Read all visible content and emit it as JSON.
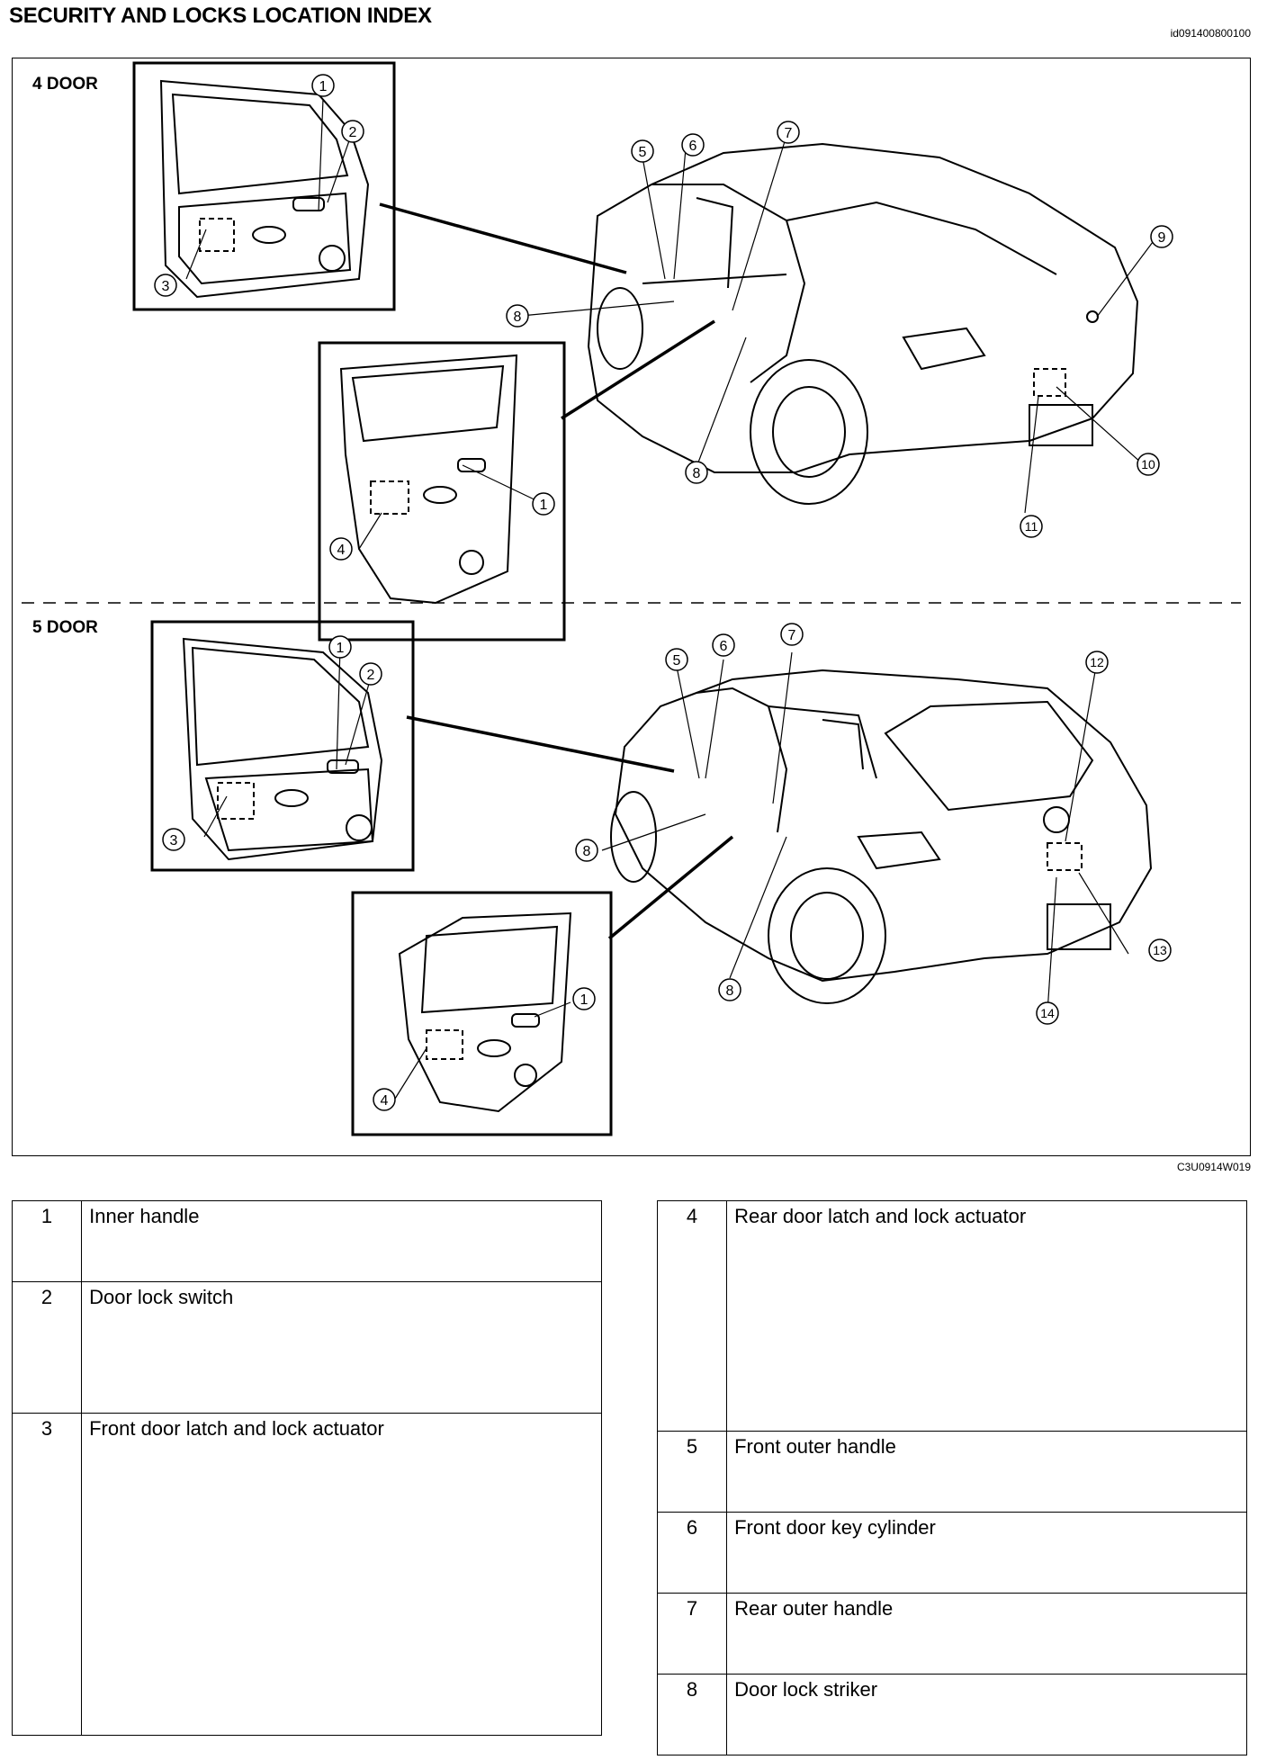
{
  "header": {
    "title": "SECURITY AND LOCKS LOCATION INDEX",
    "doc_id": "id091400800100"
  },
  "figure": {
    "code": "C3U0914W019",
    "sections": [
      {
        "label": "4 DOOR"
      },
      {
        "label": "5 DOOR"
      }
    ],
    "callouts": {
      "c1": "1",
      "c2": "2",
      "c3": "3",
      "c4": "4",
      "c5": "5",
      "c6": "6",
      "c7": "7",
      "c8": "8",
      "c9": "9",
      "c10": "10",
      "c11": "11",
      "c12": "12",
      "c13": "13",
      "c14": "14"
    }
  },
  "legend_left": [
    {
      "num": "1",
      "text": "Inner handle"
    },
    {
      "num": "2",
      "text": "Door lock switch"
    },
    {
      "num": "3",
      "text": "Front door latch and lock actuator"
    }
  ],
  "legend_right": [
    {
      "num": "4",
      "text": "Rear door latch and lock actuator"
    },
    {
      "num": "5",
      "text": "Front outer handle"
    },
    {
      "num": "6",
      "text": "Front door key cylinder"
    },
    {
      "num": "7",
      "text": "Rear outer handle"
    },
    {
      "num": "8",
      "text": "Door lock striker"
    }
  ]
}
